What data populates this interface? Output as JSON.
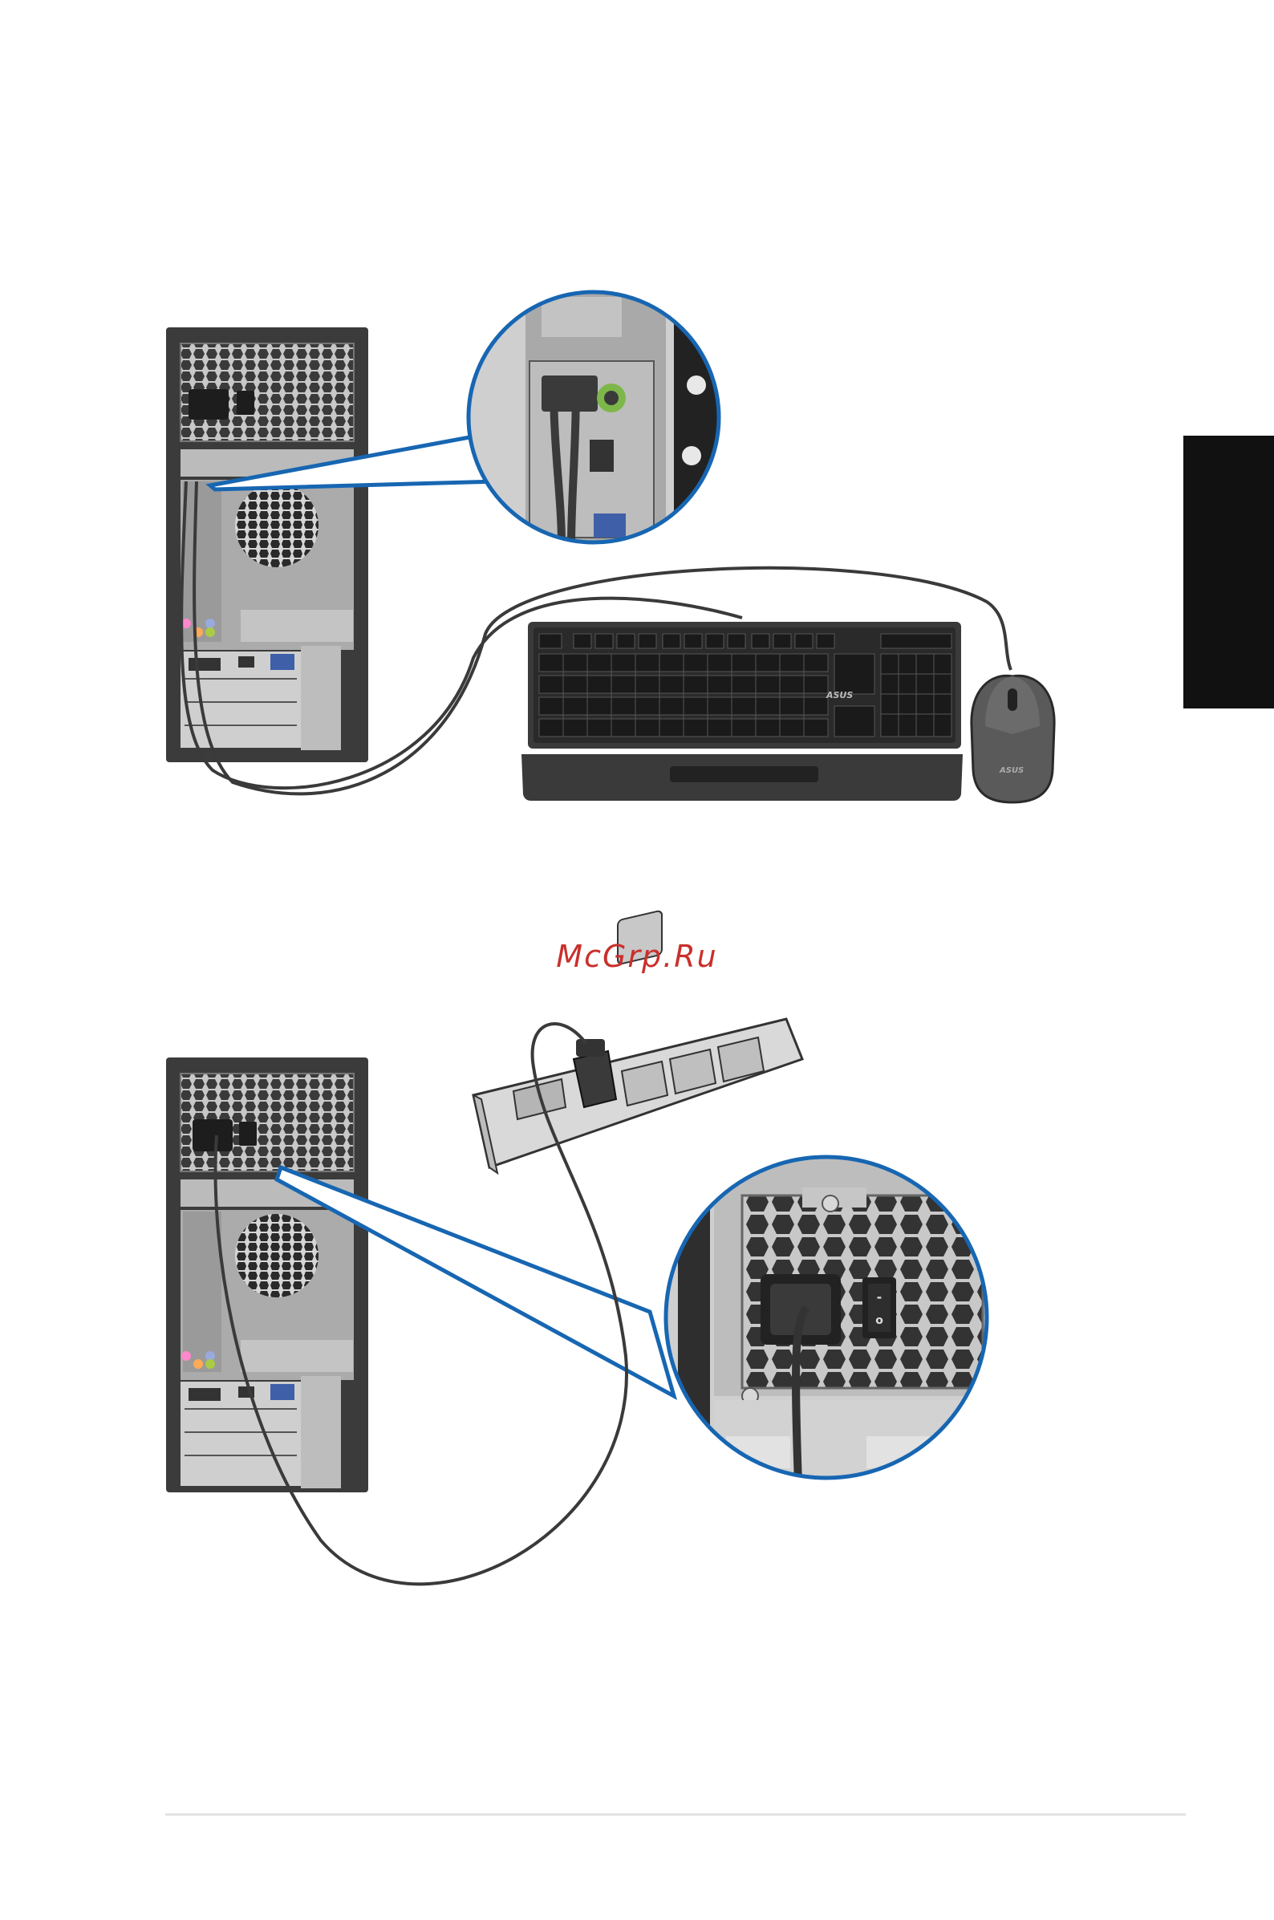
{
  "watermark": {
    "text": "McGrp.Ru",
    "color": "#c9302c"
  },
  "colors": {
    "callout": "#1766b2",
    "cable": "#3a3a3a",
    "case": "#3b3b3b",
    "panel": "#bdbdbd",
    "tab": "#111111"
  },
  "figures": {
    "keyboard_mouse": {
      "keyboard_logo": "ASUS",
      "mouse_logo": "ASUS"
    },
    "power": {
      "switch_on": "-",
      "switch_off": "o"
    }
  }
}
